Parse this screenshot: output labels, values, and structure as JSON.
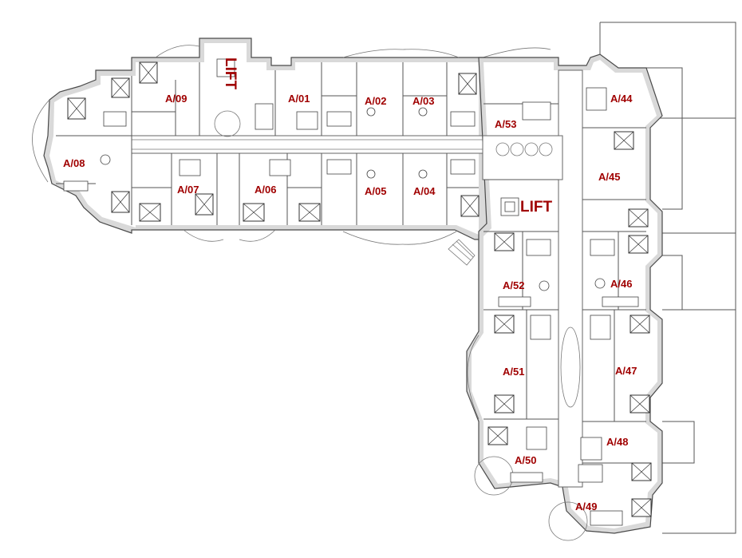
{
  "plan": {
    "units": [
      {
        "id": "a08",
        "label": "A/08"
      },
      {
        "id": "a09",
        "label": "A/09"
      },
      {
        "id": "a01",
        "label": "A/01"
      },
      {
        "id": "a02",
        "label": "A/02"
      },
      {
        "id": "a03",
        "label": "A/03"
      },
      {
        "id": "a53",
        "label": "A/53"
      },
      {
        "id": "a07",
        "label": "A/07"
      },
      {
        "id": "a06",
        "label": "A/06"
      },
      {
        "id": "a05",
        "label": "A/05"
      },
      {
        "id": "a04",
        "label": "A/04"
      },
      {
        "id": "a44",
        "label": "A/44"
      },
      {
        "id": "a45",
        "label": "A/45"
      },
      {
        "id": "a46",
        "label": "A/46"
      },
      {
        "id": "a52",
        "label": "A/52"
      },
      {
        "id": "a47",
        "label": "A/47"
      },
      {
        "id": "a51",
        "label": "A/51"
      },
      {
        "id": "a48",
        "label": "A/48"
      },
      {
        "id": "a50",
        "label": "A/50"
      },
      {
        "id": "a49",
        "label": "A/49"
      }
    ],
    "lifts": [
      {
        "id": "lift-west",
        "label": "LIFT"
      },
      {
        "id": "lift-east",
        "label": "LIFT"
      }
    ],
    "label_color": "#a00000",
    "wall_color": "#d9d9d9"
  }
}
